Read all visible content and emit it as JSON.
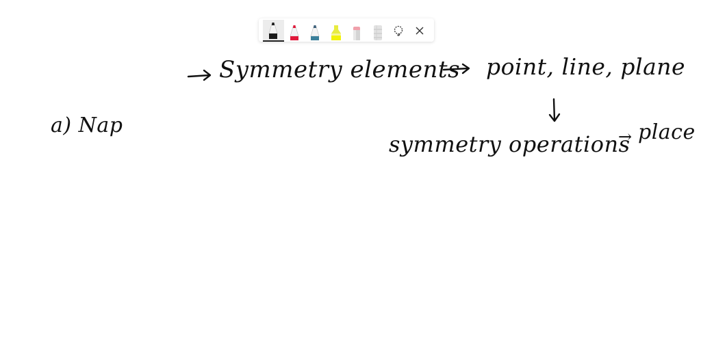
{
  "toolbar": {
    "tools": [
      {
        "name": "black-pen",
        "color": "#1a1a1a",
        "active": true
      },
      {
        "name": "red-pen",
        "color": "#e0193a",
        "active": false
      },
      {
        "name": "blue-pen",
        "color": "#3b7f9a",
        "active": false
      },
      {
        "name": "yellow-highlighter",
        "color": "#f2f20a",
        "active": false
      },
      {
        "name": "eraser",
        "color": "#f0a0ab",
        "active": false
      },
      {
        "name": "ruler",
        "color": "#d8d8d8",
        "active": false
      }
    ],
    "lasso_icon": "lasso-icon",
    "close_icon": "close-icon"
  },
  "notes": {
    "question_label": "a) Nap",
    "line1": {
      "arrow": "→",
      "term": "Symmetry elements",
      "arrow2": "→",
      "examples": "point, line, plane"
    },
    "down_arrow": "↓",
    "line2": {
      "term": "symmetry operations",
      "arrow": "→",
      "result": "place"
    }
  }
}
